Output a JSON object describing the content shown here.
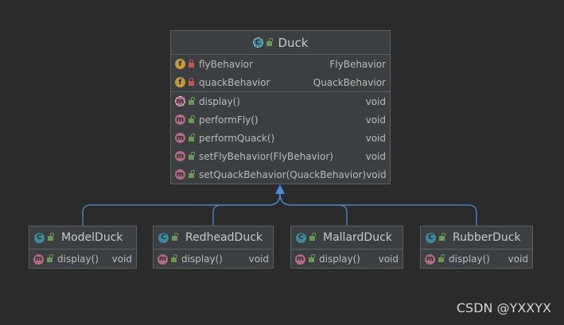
{
  "parent": {
    "name": "Duck",
    "fields": [
      {
        "name": "flyBehavior",
        "type": "FlyBehavior"
      },
      {
        "name": "quackBehavior",
        "type": "QuackBehavior"
      }
    ],
    "methods": [
      {
        "name": "display()",
        "type": "void"
      },
      {
        "name": "performFly()",
        "type": "void"
      },
      {
        "name": "performQuack()",
        "type": "void"
      },
      {
        "name": "setFlyBehavior(FlyBehavior)",
        "type": "void"
      },
      {
        "name": "setQuackBehavior(QuackBehavior)",
        "type": "void"
      }
    ]
  },
  "children": [
    {
      "name": "ModelDuck",
      "method": "display()",
      "type": "void"
    },
    {
      "name": "RedheadDuck",
      "method": "display()",
      "type": "void"
    },
    {
      "name": "MallardDuck",
      "method": "display()",
      "type": "void"
    },
    {
      "name": "RubberDuck",
      "method": "display()",
      "type": "void"
    }
  ],
  "badges": {
    "field": "f",
    "method": "m",
    "class": "C"
  },
  "watermark": "CSDN @YXXYX",
  "colors": {
    "background": "#2b2b2b",
    "box": "#3c3f41",
    "connector": "#4a8bd6",
    "field_badge": "#c59a3b",
    "method_badge": "#b46a85",
    "class_badge": "#3a8c9c"
  }
}
